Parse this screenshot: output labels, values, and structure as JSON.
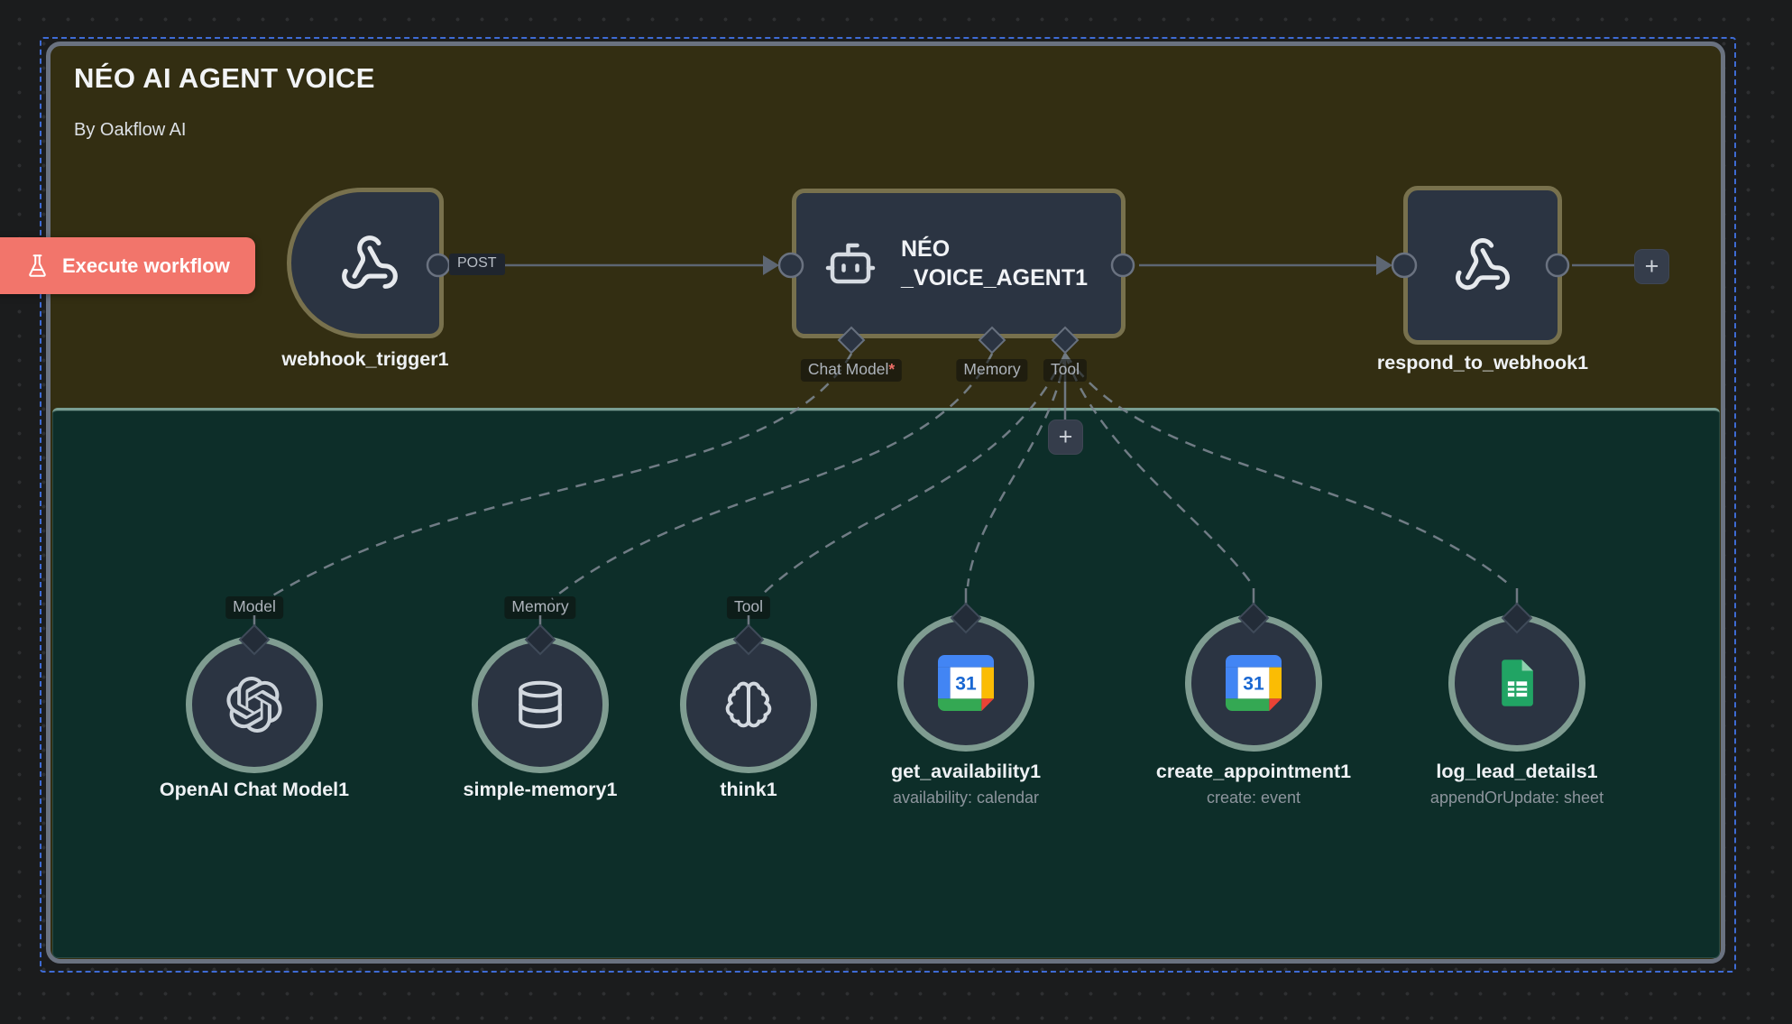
{
  "workflow": {
    "title": "NÉO AI AGENT VOICE",
    "subtitle": "By Oakflow AI"
  },
  "toolbar": {
    "execute_label": "Execute workflow"
  },
  "connections": {
    "webhook_method": "POST"
  },
  "trigger": {
    "label": "webhook_trigger1"
  },
  "agent": {
    "name_line1": "NÉO",
    "name_line2": "_VOICE_AGENT1",
    "ports": [
      {
        "label": "Chat Model",
        "required_marker": "*"
      },
      {
        "label": "Memory",
        "required_marker": ""
      },
      {
        "label": "Tool",
        "required_marker": ""
      }
    ]
  },
  "responder": {
    "label": "respond_to_webhook1"
  },
  "sub_nodes": [
    {
      "port_chip": "Model",
      "label": "OpenAI Chat Model1",
      "sublabel": "",
      "icon": "openai-logo"
    },
    {
      "port_chip": "Memory",
      "label": "simple-memory1",
      "sublabel": "",
      "icon": "database-icon"
    },
    {
      "port_chip": "Tool",
      "label": "think1",
      "sublabel": "",
      "icon": "brain-icon"
    },
    {
      "port_chip": "",
      "label": "get_availability1",
      "sublabel": "availability: calendar",
      "icon": "google-calendar-icon"
    },
    {
      "port_chip": "",
      "label": "create_appointment1",
      "sublabel": "create: event",
      "icon": "google-calendar-icon"
    },
    {
      "port_chip": "",
      "label": "log_lead_details1",
      "sublabel": "appendOrUpdate: sheet",
      "icon": "google-sheets-icon"
    }
  ],
  "buttons": {
    "add_tool": "+",
    "add_node": "+"
  },
  "calendar_icon": {
    "day": "31"
  },
  "colors": {
    "execute_accent": "#f2756b",
    "sticky_amber": "#332e12",
    "sticky_teal": "#0d2e29",
    "node_fill": "#2b3442",
    "node_border": "#78714d",
    "circle_ring": "#7f9c91",
    "selection_blue": "#3e6bd4",
    "frame_gray": "#6a7280",
    "required_red": "#ee6f68"
  }
}
